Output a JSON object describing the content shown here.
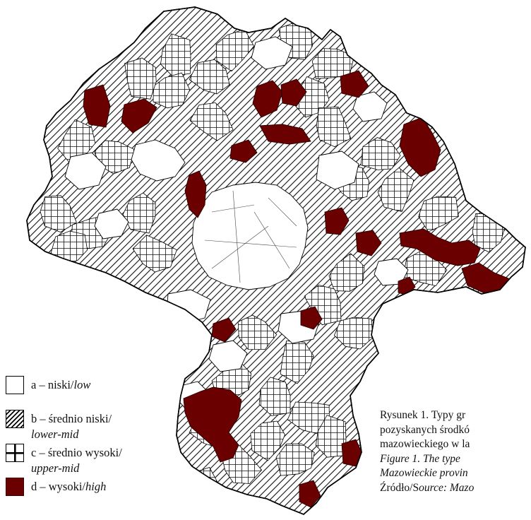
{
  "map": {
    "regions": [
      {
        "category": "a",
        "points": [
          [
            285,
            290
          ],
          [
            300,
            272
          ],
          [
            330,
            262
          ],
          [
            362,
            258
          ],
          [
            392,
            262
          ],
          [
            412,
            276
          ],
          [
            430,
            296
          ],
          [
            436,
            322
          ],
          [
            432,
            350
          ],
          [
            424,
            374
          ],
          [
            408,
            394
          ],
          [
            382,
            406
          ],
          [
            352,
            410
          ],
          [
            322,
            404
          ],
          [
            296,
            392
          ],
          [
            280,
            370
          ],
          [
            272,
            344
          ],
          [
            274,
            316
          ]
        ]
      },
      {
        "category": "a",
        "points": [
          [
            192,
            205
          ],
          [
            220,
            198
          ],
          [
            248,
            210
          ],
          [
            262,
            230
          ],
          [
            248,
            250
          ],
          [
            222,
            256
          ],
          [
            198,
            246
          ],
          [
            186,
            226
          ]
        ]
      },
      {
        "category": "a",
        "points": [
          [
            100,
            222
          ],
          [
            130,
            216
          ],
          [
            150,
            236
          ],
          [
            140,
            262
          ],
          [
            112,
            268
          ],
          [
            92,
            250
          ]
        ]
      },
      {
        "category": "a",
        "points": [
          [
            452,
            220
          ],
          [
            484,
            214
          ],
          [
            508,
            232
          ],
          [
            502,
            258
          ],
          [
            474,
            268
          ],
          [
            448,
            254
          ]
        ]
      },
      {
        "category": "a",
        "points": [
          [
            238,
            416
          ],
          [
            270,
            410
          ],
          [
            298,
            424
          ],
          [
            290,
            450
          ],
          [
            260,
            458
          ],
          [
            236,
            442
          ]
        ]
      },
      {
        "category": "a",
        "points": [
          [
            398,
            444
          ],
          [
            430,
            440
          ],
          [
            452,
            456
          ],
          [
            444,
            480
          ],
          [
            414,
            486
          ],
          [
            394,
            468
          ]
        ]
      },
      {
        "category": "a",
        "points": [
          [
            362,
            60
          ],
          [
            390,
            52
          ],
          [
            414,
            66
          ],
          [
            404,
            92
          ],
          [
            376,
            98
          ],
          [
            356,
            82
          ]
        ]
      },
      {
        "category": "a",
        "points": [
          [
            302,
            488
          ],
          [
            330,
            482
          ],
          [
            350,
            500
          ],
          [
            340,
            522
          ],
          [
            312,
            526
          ],
          [
            296,
            508
          ]
        ]
      },
      {
        "category": "a",
        "points": [
          [
            506,
            136
          ],
          [
            530,
            130
          ],
          [
            548,
            146
          ],
          [
            540,
            168
          ],
          [
            514,
            172
          ],
          [
            500,
            154
          ]
        ]
      },
      {
        "category": "a",
        "points": [
          [
            256,
            546
          ],
          [
            280,
            540
          ],
          [
            296,
            556
          ],
          [
            288,
            576
          ],
          [
            264,
            580
          ],
          [
            250,
            564
          ]
        ]
      },
      {
        "category": "a",
        "points": [
          [
            140,
            302
          ],
          [
            166,
            296
          ],
          [
            182,
            314
          ],
          [
            172,
            334
          ],
          [
            146,
            338
          ],
          [
            134,
            320
          ]
        ]
      },
      {
        "category": "a",
        "points": [
          [
            536,
            370
          ],
          [
            562,
            366
          ],
          [
            578,
            382
          ],
          [
            568,
            402
          ],
          [
            542,
            404
          ],
          [
            530,
            388
          ]
        ]
      },
      {
        "category": "d",
        "points": [
          [
            120,
            128
          ],
          [
            146,
            120
          ],
          [
            156,
            150
          ],
          [
            150,
            180
          ],
          [
            126,
            176
          ],
          [
            118,
            150
          ]
        ]
      },
      {
        "category": "d",
        "points": [
          [
            176,
            148
          ],
          [
            204,
            140
          ],
          [
            222,
            152
          ],
          [
            210,
            174
          ],
          [
            188,
            188
          ],
          [
            172,
            172
          ]
        ]
      },
      {
        "category": "d",
        "points": [
          [
            364,
            122
          ],
          [
            386,
            114
          ],
          [
            400,
            130
          ],
          [
            392,
            156
          ],
          [
            370,
            166
          ],
          [
            358,
            146
          ]
        ]
      },
      {
        "category": "d",
        "points": [
          [
            398,
            120
          ],
          [
            420,
            112
          ],
          [
            434,
            130
          ],
          [
            420,
            150
          ],
          [
            400,
            146
          ]
        ]
      },
      {
        "category": "d",
        "points": [
          [
            482,
            108
          ],
          [
            508,
            100
          ],
          [
            522,
            122
          ],
          [
            508,
            138
          ],
          [
            484,
            132
          ]
        ]
      },
      {
        "category": "d",
        "points": [
          [
            368,
            178
          ],
          [
            400,
            176
          ],
          [
            428,
            182
          ],
          [
            440,
            200
          ],
          [
            410,
            204
          ],
          [
            380,
            200
          ]
        ]
      },
      {
        "category": "d",
        "points": [
          [
            328,
            206
          ],
          [
            352,
            198
          ],
          [
            364,
            216
          ],
          [
            348,
            230
          ],
          [
            326,
            224
          ]
        ]
      },
      {
        "category": "d",
        "points": [
          [
            572,
            176
          ],
          [
            598,
            166
          ],
          [
            612,
            188
          ],
          [
            624,
            212
          ],
          [
            616,
            240
          ],
          [
            596,
            250
          ],
          [
            578,
            232
          ],
          [
            566,
            206
          ]
        ]
      },
      {
        "category": "d",
        "points": [
          [
            268,
            248
          ],
          [
            282,
            242
          ],
          [
            292,
            262
          ],
          [
            290,
            290
          ],
          [
            280,
            308
          ],
          [
            268,
            296
          ],
          [
            262,
            270
          ]
        ]
      },
      {
        "category": "d",
        "points": [
          [
            460,
            300
          ],
          [
            484,
            294
          ],
          [
            494,
            312
          ],
          [
            482,
            332
          ],
          [
            462,
            330
          ]
        ]
      },
      {
        "category": "d",
        "points": [
          [
            504,
            330
          ],
          [
            528,
            326
          ],
          [
            540,
            344
          ],
          [
            526,
            362
          ],
          [
            506,
            356
          ]
        ]
      },
      {
        "category": "d",
        "points": [
          [
            566,
            330
          ],
          [
            600,
            324
          ],
          [
            620,
            336
          ],
          [
            640,
            344
          ],
          [
            664,
            340
          ],
          [
            680,
            352
          ],
          [
            672,
            372
          ],
          [
            648,
            376
          ],
          [
            616,
            368
          ],
          [
            590,
            352
          ],
          [
            568,
            348
          ]
        ]
      },
      {
        "category": "d",
        "points": [
          [
            654,
            380
          ],
          [
            678,
            372
          ],
          [
            700,
            386
          ],
          [
            720,
            394
          ],
          [
            728,
            408
          ],
          [
            708,
            416
          ],
          [
            684,
            414
          ],
          [
            662,
            404
          ]
        ]
      },
      {
        "category": "d",
        "points": [
          [
            564,
            398
          ],
          [
            580,
            392
          ],
          [
            588,
            406
          ],
          [
            576,
            418
          ],
          [
            564,
            414
          ]
        ]
      },
      {
        "category": "d",
        "points": [
          [
            302,
            458
          ],
          [
            324,
            450
          ],
          [
            334,
            466
          ],
          [
            318,
            484
          ],
          [
            300,
            476
          ]
        ]
      },
      {
        "category": "d",
        "points": [
          [
            426,
            440
          ],
          [
            446,
            434
          ],
          [
            456,
            452
          ],
          [
            444,
            466
          ],
          [
            426,
            460
          ]
        ]
      },
      {
        "category": "d",
        "points": [
          [
            260,
            564
          ],
          [
            284,
            554
          ],
          [
            302,
            548
          ],
          [
            326,
            552
          ],
          [
            342,
            566
          ],
          [
            338,
            590
          ],
          [
            324,
            612
          ],
          [
            338,
            630
          ],
          [
            330,
            648
          ],
          [
            312,
            654
          ],
          [
            302,
            632
          ],
          [
            286,
            618
          ],
          [
            270,
            604
          ],
          [
            262,
            584
          ]
        ]
      },
      {
        "category": "d",
        "points": [
          [
            484,
            628
          ],
          [
            504,
            622
          ],
          [
            514,
            644
          ],
          [
            504,
            660
          ],
          [
            486,
            656
          ]
        ]
      },
      {
        "category": "d",
        "points": [
          [
            424,
            686
          ],
          [
            444,
            680
          ],
          [
            454,
            702
          ],
          [
            440,
            718
          ],
          [
            424,
            710
          ]
        ]
      }
    ]
  },
  "legend": {
    "items": [
      {
        "class": "sw-low",
        "letter": "a",
        "pl": "niski/",
        "en": "low",
        "wrap": false
      },
      {
        "class": "sw-lowmid",
        "letter": "b",
        "pl": "średnio niski/",
        "en": "lower-mid",
        "wrap": true
      },
      {
        "class": "sw-upmid",
        "letter": "c",
        "pl": "średnio wysoki/",
        "en": "upper-mid",
        "wrap": true
      },
      {
        "class": "sw-high",
        "letter": "d",
        "pl": "wysoki/",
        "en": "high",
        "wrap": false
      }
    ]
  },
  "caption": {
    "line1": "Rysunek 1. Typy gr",
    "line2": "pozyskanych środkó",
    "line3": "mazowieckiego w la",
    "line4": "Figure 1. The type",
    "line5": "Mazowieckie provin",
    "line6_prefix": "Źródło/S",
    "line6_source": "ource:",
    "line6_rest": " Mazo"
  }
}
